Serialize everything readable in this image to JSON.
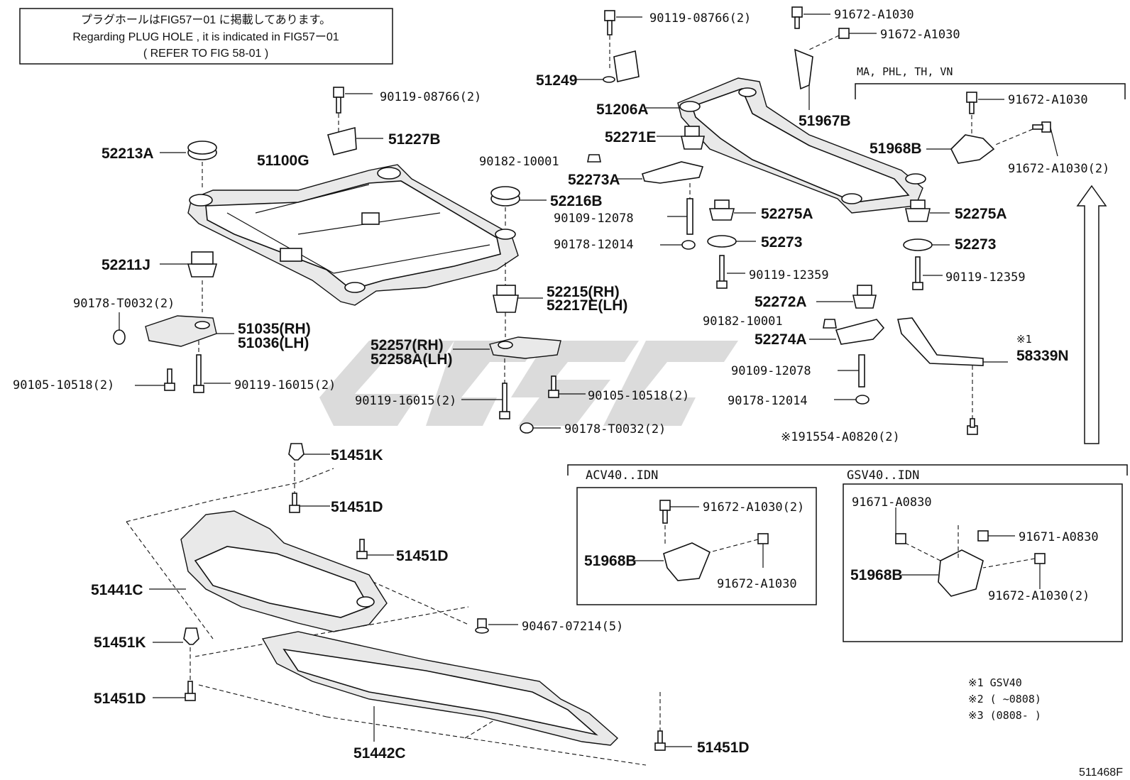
{
  "notice": {
    "line1": "プラグホールはFIG57ー01 に掲載してあります。",
    "line2": "Regarding PLUG HOLE , it is indicated in FIG57ー01",
    "line3": "( REFER TO FIG 58-01 )"
  },
  "parts": {
    "p51249": "51249",
    "p51206A": "51206A",
    "p51967B": "51967B",
    "p90119_08766_top": "90119-08766(2)",
    "p91672_A1030_a": "91672-A1030",
    "p91672_A1030_b": "91672-A1030",
    "region_ma": "MA, PHL, TH, VN",
    "p91672_A1030_c": "91672-A1030",
    "p51968B_top": "51968B",
    "p91672_A1030_2_top": "91672-A1030(2)",
    "p52213A": "52213A",
    "p51100G": "51100G",
    "p90119_08766_mid": "90119-08766(2)",
    "p51227B": "51227B",
    "p52271E": "52271E",
    "p90182_10001_a": "90182-10001",
    "p52273A": "52273A",
    "p52216B": "52216B",
    "p90109_12078_a": "90109-12078",
    "p52275A_a": "52275A",
    "p52275A_b": "52275A",
    "p90178_12014_a": "90178-12014",
    "p52273_a": "52273",
    "p52273_b": "52273",
    "p52211J": "52211J",
    "p90119_12359_a": "90119-12359",
    "p90119_12359_b": "90119-12359",
    "p52215": "52215(RH)",
    "p52217E": "52217E(LH)",
    "p90178_T0032_a": "90178-T0032(2)",
    "p52272A": "52272A",
    "p51035": "51035(RH)",
    "p51036": "51036(LH)",
    "p90182_10001_b": "90182-10001",
    "p52274A": "52274A",
    "mark1": "※1",
    "p58339N": "58339N",
    "p52257": "52257(RH)",
    "p52258A": "52258A(LH)",
    "p90105_10518_a": "90105-10518(2)",
    "p90119_16015_a": "90119-16015(2)",
    "p90109_12078_b": "90109-12078",
    "p90119_16015_b": "90119-16015(2)",
    "p90105_10518_b": "90105-10518(2)",
    "p90178_12014_b": "90178-12014",
    "p90178_T0032_b": "90178-T0032(2)",
    "p191554": "※191554-A0820(2)",
    "p51451K_a": "51451K",
    "p51451D_a": "51451D",
    "p51451D_b": "51451D",
    "p51441C": "51441C",
    "p90467": "90467-07214(5)",
    "p51451K_b": "51451K",
    "p51451D_c": "51451D",
    "p51442C": "51442C",
    "p51451D_d": "51451D"
  },
  "variants": {
    "acv": {
      "title": "ACV40..IDN",
      "p91672_A1030_2": "91672-A1030(2)",
      "p51968B": "51968B",
      "p91672_A1030": "91672-A1030"
    },
    "gsv": {
      "title": "GSV40..IDN",
      "p91671_A0830_a": "91671-A0830",
      "p91671_A0830_b": "91671-A0830",
      "p51968B": "51968B",
      "p91672_A1030_2": "91672-A1030(2)"
    }
  },
  "footnotes": {
    "n1": "※1 GSV40",
    "n2": "※2 (     ~0808)",
    "n3": "※3 (0808-     )"
  },
  "figure_code": "511468F"
}
